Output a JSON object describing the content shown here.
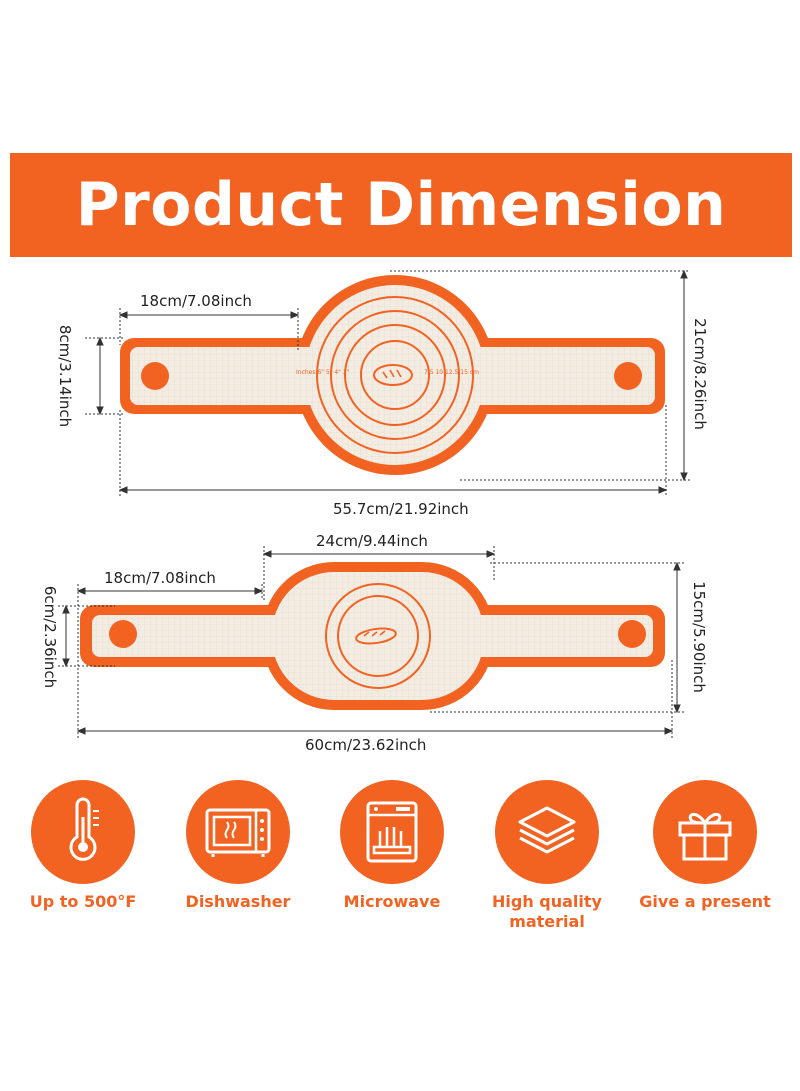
{
  "banner": {
    "title": "Product Dimension"
  },
  "mat_round": {
    "handle_length": "18cm/7.08inch",
    "handle_height": "8cm/3.14inch",
    "circle_height": "21cm/8.26inch",
    "total_length": "55.7cm/21.92inch",
    "ruler": {
      "inches": "Inches 6\"  5\"  4\"  3\"",
      "cm": "7.5  10  12.5  15 cm"
    }
  },
  "mat_oval": {
    "handle_length": "18cm/7.08inch",
    "center_width": "24cm/9.44inch",
    "handle_height": "6cm/2.36inch",
    "center_height": "15cm/5.90inch",
    "total_length": "60cm/23.62inch"
  },
  "features": [
    {
      "label": "Up to 500°F",
      "icon": "thermometer-icon"
    },
    {
      "label": "Dishwasher",
      "icon": "microwave-oven-icon"
    },
    {
      "label": "Microwave",
      "icon": "dishwasher-icon"
    },
    {
      "label": "High quality material",
      "icon": "layers-icon"
    },
    {
      "label": "Give a present",
      "icon": "gift-icon"
    }
  ],
  "colors": {
    "accent": "#f26322",
    "mat_fill": "#f3ece3",
    "text": "#222222"
  }
}
